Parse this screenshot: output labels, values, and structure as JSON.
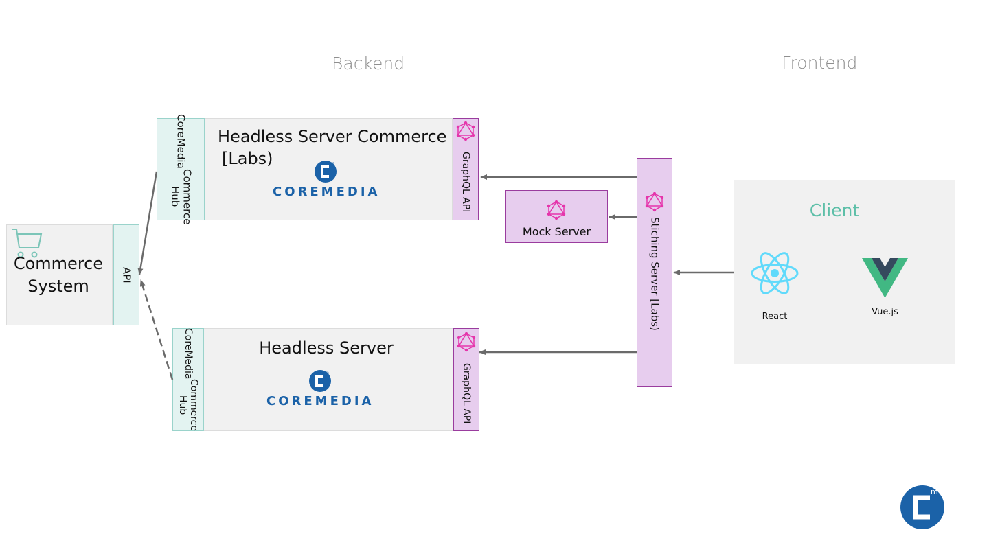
{
  "sections": {
    "backend": "Backend",
    "frontend": "Frontend"
  },
  "commerce": {
    "title_line1": "Commerce",
    "title_line2": "System",
    "api_label": "API"
  },
  "headless_commerce": {
    "title_line1": "Headless Server Commerce",
    "title_line2": "[Labs)",
    "hub_label_line1": "CoreMedia",
    "hub_label_line2": "Commerce Hub",
    "graphql_label": "GraphQL API",
    "brand": "COREMEDIA"
  },
  "headless": {
    "title": "Headless Server",
    "hub_label_line1": "CoreMedia",
    "hub_label_line2": "Commerce Hub",
    "graphql_label": "GraphQL API",
    "brand": "COREMEDIA"
  },
  "mock_server": {
    "label": "Mock Server"
  },
  "stitching_server": {
    "label": "Stiching Server [Labs)"
  },
  "client": {
    "title": "Client",
    "react_label": "React",
    "vue_label": "Vue.js"
  },
  "colors": {
    "teal_text": "#5dbfa8",
    "graphql_pink": "#e535ab",
    "coremedia_blue": "#1b62a8",
    "react_blue": "#61dafb",
    "vue_green": "#41b883",
    "vue_dark": "#35495e"
  }
}
